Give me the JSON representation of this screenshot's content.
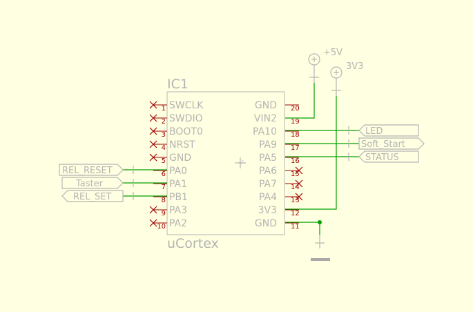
{
  "component": {
    "refdes": "IC1",
    "value": "uCortex",
    "left_pins": [
      {
        "num": "1",
        "name": "SWCLK",
        "nc": true
      },
      {
        "num": "2",
        "name": "SWDIO",
        "nc": true
      },
      {
        "num": "3",
        "name": "BOOT0",
        "nc": true
      },
      {
        "num": "4",
        "name": "NRST",
        "nc": true
      },
      {
        "num": "5",
        "name": "GND",
        "nc": true
      },
      {
        "num": "6",
        "name": "PA0",
        "nc": false
      },
      {
        "num": "7",
        "name": "PA1",
        "nc": false
      },
      {
        "num": "8",
        "name": "PB1",
        "nc": false
      },
      {
        "num": "9",
        "name": "PA3",
        "nc": true
      },
      {
        "num": "10",
        "name": "PA2",
        "nc": true
      }
    ],
    "right_pins": [
      {
        "num": "20",
        "name": "GND",
        "nc": false
      },
      {
        "num": "19",
        "name": "VIN2",
        "nc": false
      },
      {
        "num": "18",
        "name": "PA10",
        "nc": false
      },
      {
        "num": "17",
        "name": "PA9",
        "nc": false
      },
      {
        "num": "16",
        "name": "PA5",
        "nc": false
      },
      {
        "num": "15",
        "name": "PA6",
        "nc": true
      },
      {
        "num": "14",
        "name": "PA7",
        "nc": true
      },
      {
        "num": "13",
        "name": "PA4",
        "nc": true
      },
      {
        "num": "12",
        "name": "3V3",
        "nc": false
      },
      {
        "num": "11",
        "name": "GND",
        "nc": false
      }
    ]
  },
  "power": {
    "plus5v": "+5V",
    "v3v3": "3V3"
  },
  "labels": {
    "left": [
      "REL_RESET",
      "Taster",
      "REL_SET"
    ],
    "right": [
      "LED",
      "Soft_Start",
      "STATUS"
    ]
  },
  "colors": {
    "background": "#FFFFE1",
    "wire": "#00A000",
    "pin": "#A00000",
    "symbol": "#B4B4B4"
  }
}
